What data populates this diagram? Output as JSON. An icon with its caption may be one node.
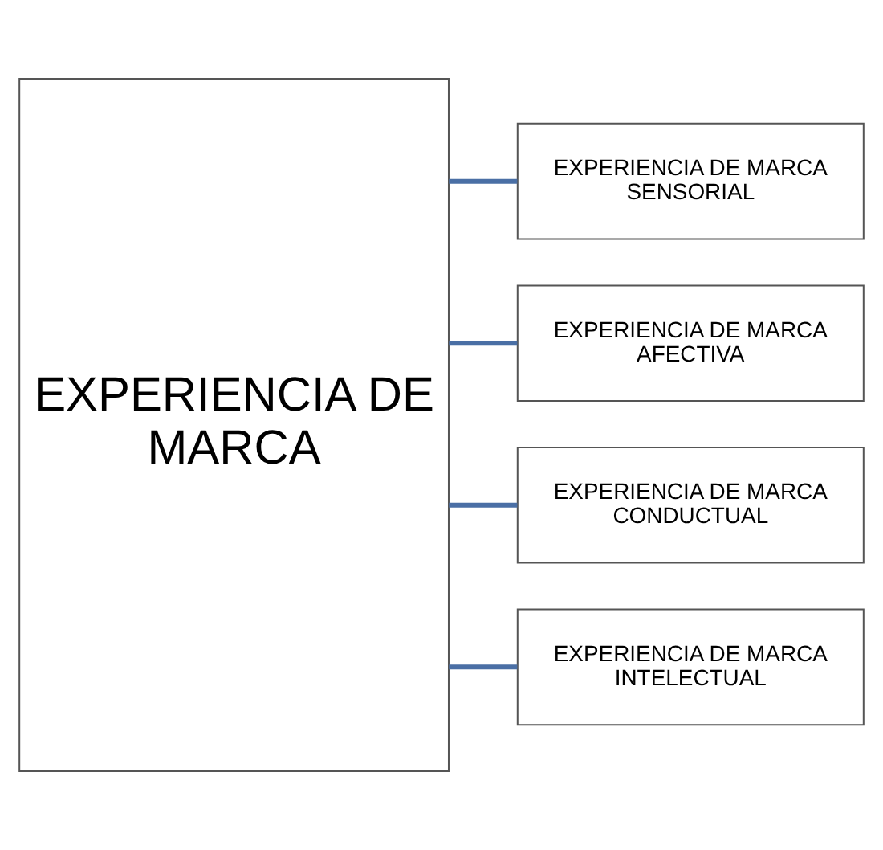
{
  "diagram": {
    "nodes": [
      {
        "text": [
          "EXPERIENCIA DE MARCA"
        ]
      },
      {
        "text": [
          "EXPERIENCIA DE MARCA SENSORIAL"
        ]
      },
      {
        "text": [
          "EXPERIENCIA DE MARCA AFECTIVA"
        ]
      },
      {
        "text": [
          "EXPERIENCIA DE MARCA CONDUCTUAL"
        ]
      },
      {
        "text": [
          "EXPERIENCIA DE MARCA INTELECTUAL"
        ]
      }
    ],
    "edges": [
      {
        "from": 0,
        "to": 1,
        "arrow": "none"
      },
      {
        "from": 0,
        "to": 2,
        "arrow": "none"
      },
      {
        "from": 0,
        "to": 3,
        "arrow": "none"
      },
      {
        "from": 0,
        "to": 4,
        "arrow": "none"
      }
    ]
  }
}
